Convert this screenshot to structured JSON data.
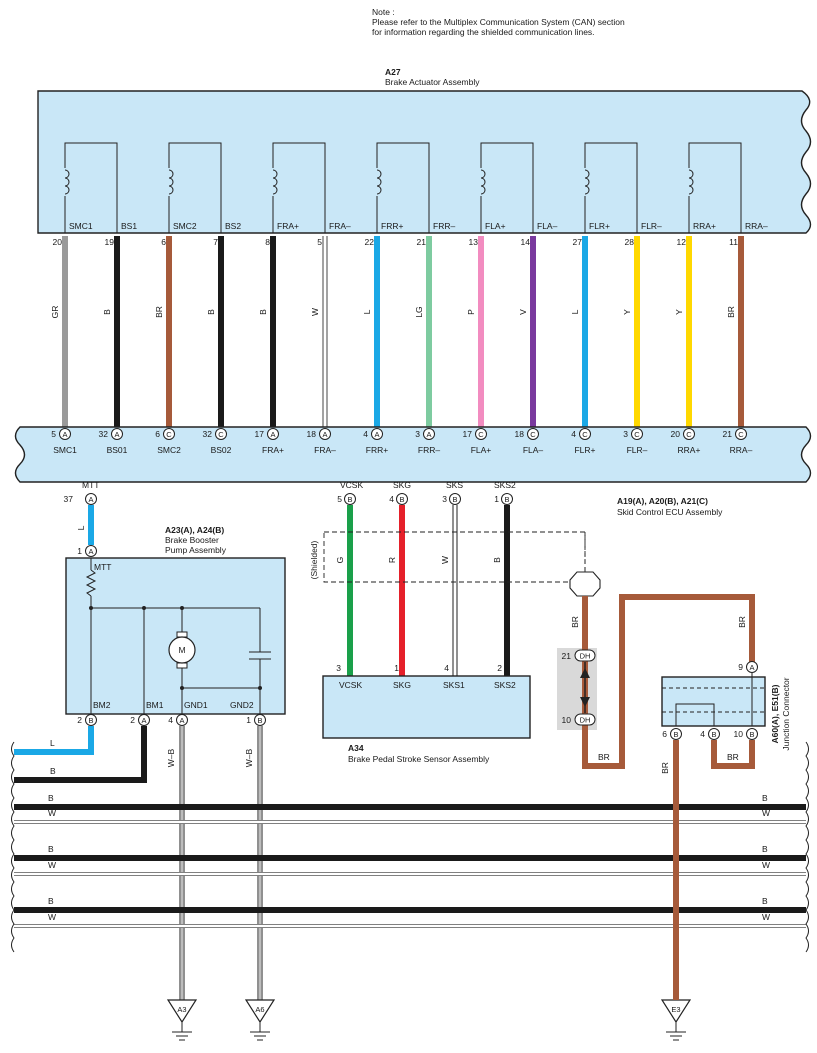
{
  "note": {
    "heading": "Note :",
    "line1": "Please refer to the Multiplex Communication System (CAN) section",
    "line2": "for information regarding the shielded communication lines."
  },
  "brake_actuator": {
    "code": "A27",
    "name": "Brake Actuator Assembly",
    "wires": [
      {
        "top_label": "SMC1",
        "pin": "20",
        "color_code": "GR",
        "color": "#9a9a9a",
        "ecu_pin": "5",
        "ecu_conn": "A",
        "ecu_label": "SMC1"
      },
      {
        "top_label": "BS1",
        "pin": "19",
        "color_code": "B",
        "color": "#1a1a1a",
        "ecu_pin": "32",
        "ecu_conn": "A",
        "ecu_label": "BS01"
      },
      {
        "top_label": "SMC2",
        "pin": "6",
        "color_code": "BR",
        "color": "#a65a3a",
        "ecu_pin": "6",
        "ecu_conn": "C",
        "ecu_label": "SMC2"
      },
      {
        "top_label": "BS2",
        "pin": "7",
        "color_code": "B",
        "color": "#1a1a1a",
        "ecu_pin": "32",
        "ecu_conn": "C",
        "ecu_label": "BS02"
      },
      {
        "top_label": "FRA+",
        "pin": "8",
        "color_code": "B",
        "color": "#1a1a1a",
        "ecu_pin": "17",
        "ecu_conn": "A",
        "ecu_label": "FRA+"
      },
      {
        "top_label": "FRA–",
        "pin": "5",
        "color_code": "W",
        "color": "#ffffff",
        "ecu_pin": "18",
        "ecu_conn": "A",
        "ecu_label": "FRA–"
      },
      {
        "top_label": "FRR+",
        "pin": "22",
        "color_code": "L",
        "color": "#1aa8e6",
        "ecu_pin": "4",
        "ecu_conn": "A",
        "ecu_label": "FRR+"
      },
      {
        "top_label": "FRR–",
        "pin": "21",
        "color_code": "LG",
        "color": "#7ecba0",
        "ecu_pin": "3",
        "ecu_conn": "A",
        "ecu_label": "FRR–"
      },
      {
        "top_label": "FLA+",
        "pin": "13",
        "color_code": "P",
        "color": "#f28cc0",
        "ecu_pin": "17",
        "ecu_conn": "C",
        "ecu_label": "FLA+"
      },
      {
        "top_label": "FLA–",
        "pin": "14",
        "color_code": "V",
        "color": "#7a3a9e",
        "ecu_pin": "18",
        "ecu_conn": "C",
        "ecu_label": "FLA–"
      },
      {
        "top_label": "FLR+",
        "pin": "27",
        "color_code": "L",
        "color": "#1aa8e6",
        "ecu_pin": "4",
        "ecu_conn": "C",
        "ecu_label": "FLR+"
      },
      {
        "top_label": "FLR–",
        "pin": "28",
        "color_code": "Y",
        "color": "#ffd800",
        "ecu_pin": "3",
        "ecu_conn": "C",
        "ecu_label": "FLR–"
      },
      {
        "top_label": "RRA+",
        "pin": "12",
        "color_code": "Y",
        "color": "#ffd800",
        "ecu_pin": "20",
        "ecu_conn": "C",
        "ecu_label": "RRA+"
      },
      {
        "top_label": "RRA–",
        "pin": "11",
        "color_code": "BR",
        "color": "#a65a3a",
        "ecu_pin": "21",
        "ecu_conn": "C",
        "ecu_label": "RRA–"
      }
    ]
  },
  "skid_ecu": {
    "code": "A19(A), A20(B), A21(C)",
    "name": "Skid Control ECU Assembly",
    "bottom_pins": [
      {
        "label": "MTT",
        "pin": "37",
        "conn": "A"
      },
      {
        "label": "VCSK",
        "pin": "5",
        "conn": "B"
      },
      {
        "label": "SKG",
        "pin": "4",
        "conn": "B"
      },
      {
        "label": "SKS",
        "pin": "3",
        "conn": "B"
      },
      {
        "label": "SKS2",
        "pin": "1",
        "conn": "B"
      }
    ]
  },
  "booster": {
    "code": "A23(A), A24(B)",
    "name_line1": "Brake Booster",
    "name_line2": "Pump Assembly",
    "top_pin": {
      "pin": "1",
      "conn": "A",
      "label": "MTT",
      "wire": "L"
    },
    "motor": "M",
    "bottom_pins": [
      {
        "label": "BM2",
        "pin": "2",
        "conn": "B"
      },
      {
        "label": "BM1",
        "pin": "2",
        "conn": "A"
      },
      {
        "label": "GND1",
        "pin": "4",
        "conn": "A"
      },
      {
        "label": "GND2",
        "pin": "1",
        "conn": "B"
      }
    ],
    "ground_wires": [
      "W–B",
      "W–B"
    ]
  },
  "stroke_sensor": {
    "code": "A34",
    "name": "Brake Pedal Stroke Sensor Assembly",
    "shielded": "(Shielded)",
    "pins": [
      {
        "label": "VCSK",
        "pin": "3",
        "wire": "G"
      },
      {
        "label": "SKG",
        "pin": "1",
        "wire": "R"
      },
      {
        "label": "SKS1",
        "pin": "4",
        "wire": "W"
      },
      {
        "label": "SKS2",
        "pin": "2",
        "wire": "B"
      }
    ]
  },
  "junction": {
    "code": "A60(A), E51(B)",
    "name": "Junction Connector",
    "pins": [
      {
        "pin": "9",
        "conn": "A"
      },
      {
        "pin": "6",
        "conn": "B"
      },
      {
        "pin": "4",
        "conn": "B"
      },
      {
        "pin": "10",
        "conn": "B"
      }
    ],
    "wires": [
      "BR",
      "BR",
      "BR",
      "BR"
    ]
  },
  "inline_connector": {
    "top_pin": "21",
    "bottom_pin": "10",
    "conn": "DH",
    "wire_top": "BR",
    "wire_bottom": "BR"
  },
  "bus_wires": [
    {
      "label": "L",
      "color": "#1aa8e6"
    },
    {
      "label": "B",
      "color": "#1a1a1a"
    },
    {
      "label": "B",
      "color": "#1a1a1a"
    },
    {
      "label": "W",
      "color": "#ffffff"
    },
    {
      "label": "B",
      "color": "#1a1a1a"
    },
    {
      "label": "W",
      "color": "#ffffff"
    },
    {
      "label": "B",
      "color": "#1a1a1a"
    },
    {
      "label": "W",
      "color": "#ffffff"
    }
  ],
  "grounds": [
    "A3",
    "A6",
    "E3"
  ],
  "colors": {
    "box_fill": "#c9e7f7",
    "box_stroke": "#222222",
    "wire_br": "#a65a3a",
    "wire_g": "#1aa04a",
    "wire_r": "#e5202a",
    "wire_l": "#1aa8e6",
    "shade": "#d9d9d9"
  }
}
